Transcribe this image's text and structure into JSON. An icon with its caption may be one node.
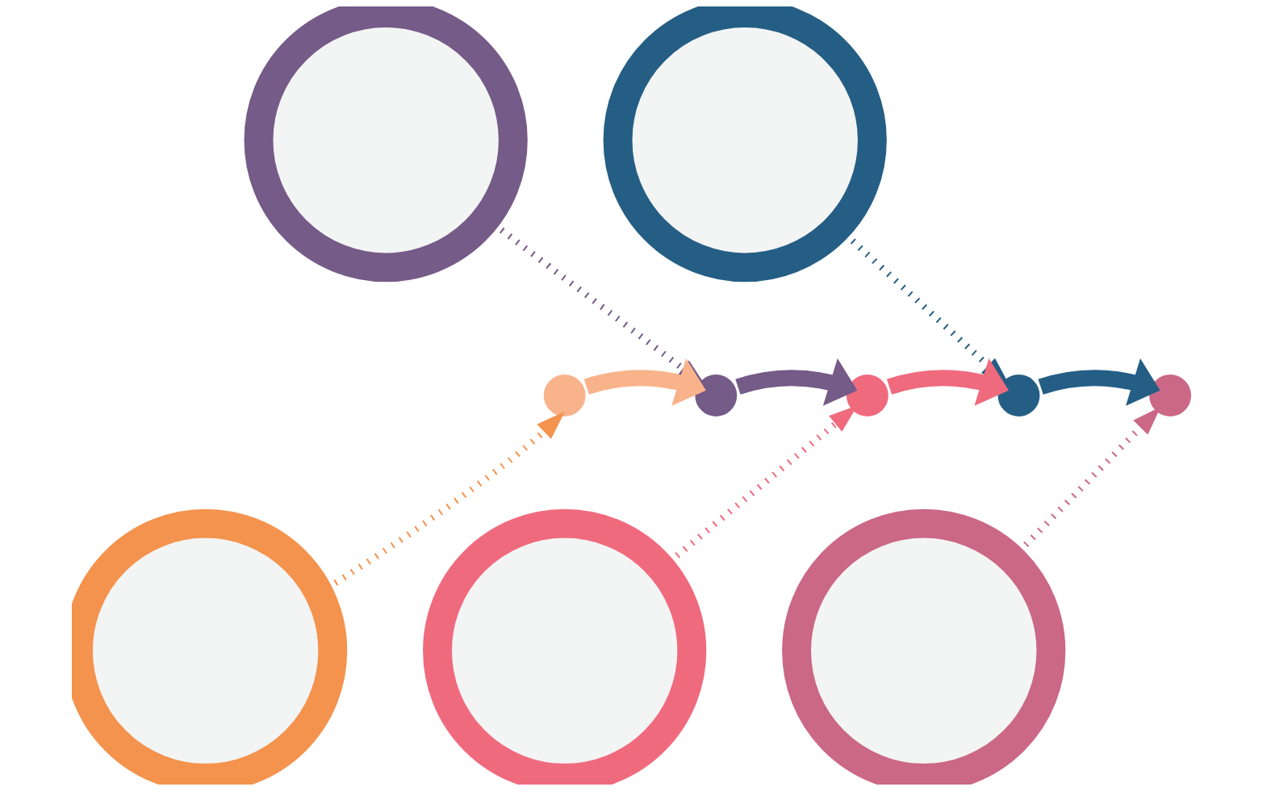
{
  "diagram": {
    "nodes": [
      {
        "text": [],
        "shape": "circle"
      },
      {
        "text": [],
        "shape": "circle"
      },
      {
        "text": [],
        "shape": "circle"
      },
      {
        "text": [],
        "shape": "circle"
      },
      {
        "text": [],
        "shape": "circle"
      },
      {
        "text": [],
        "shape": "circle"
      },
      {
        "text": [],
        "shape": "circle"
      },
      {
        "text": [],
        "shape": "circle"
      },
      {
        "text": [],
        "shape": "circle"
      },
      {
        "text": [],
        "shape": "circle"
      }
    ],
    "edges": [
      {
        "from": 0,
        "to": 3,
        "arrow": "to",
        "style": "dashed",
        "color": "#755b87"
      },
      {
        "from": 1,
        "to": 5,
        "arrow": "to",
        "style": "dashed",
        "color": "#255e85"
      },
      {
        "from": 7,
        "to": 2,
        "arrow": "to",
        "style": "dashed",
        "color": "#f3934e"
      },
      {
        "from": 8,
        "to": 4,
        "arrow": "to",
        "style": "dashed",
        "color": "#f06a7e"
      },
      {
        "from": 9,
        "to": 6,
        "arrow": "to",
        "style": "dashed",
        "color": "#cb6787"
      },
      {
        "from": 2,
        "to": 3,
        "arrow": "to",
        "style": "thick",
        "color": "#f9b38b"
      },
      {
        "from": 3,
        "to": 4,
        "arrow": "to",
        "style": "thick",
        "color": "#755b87"
      },
      {
        "from": 4,
        "to": 5,
        "arrow": "to",
        "style": "thick",
        "color": "#f06a7e"
      },
      {
        "from": 5,
        "to": 6,
        "arrow": "to",
        "style": "thick",
        "color": "#255e85"
      }
    ]
  }
}
